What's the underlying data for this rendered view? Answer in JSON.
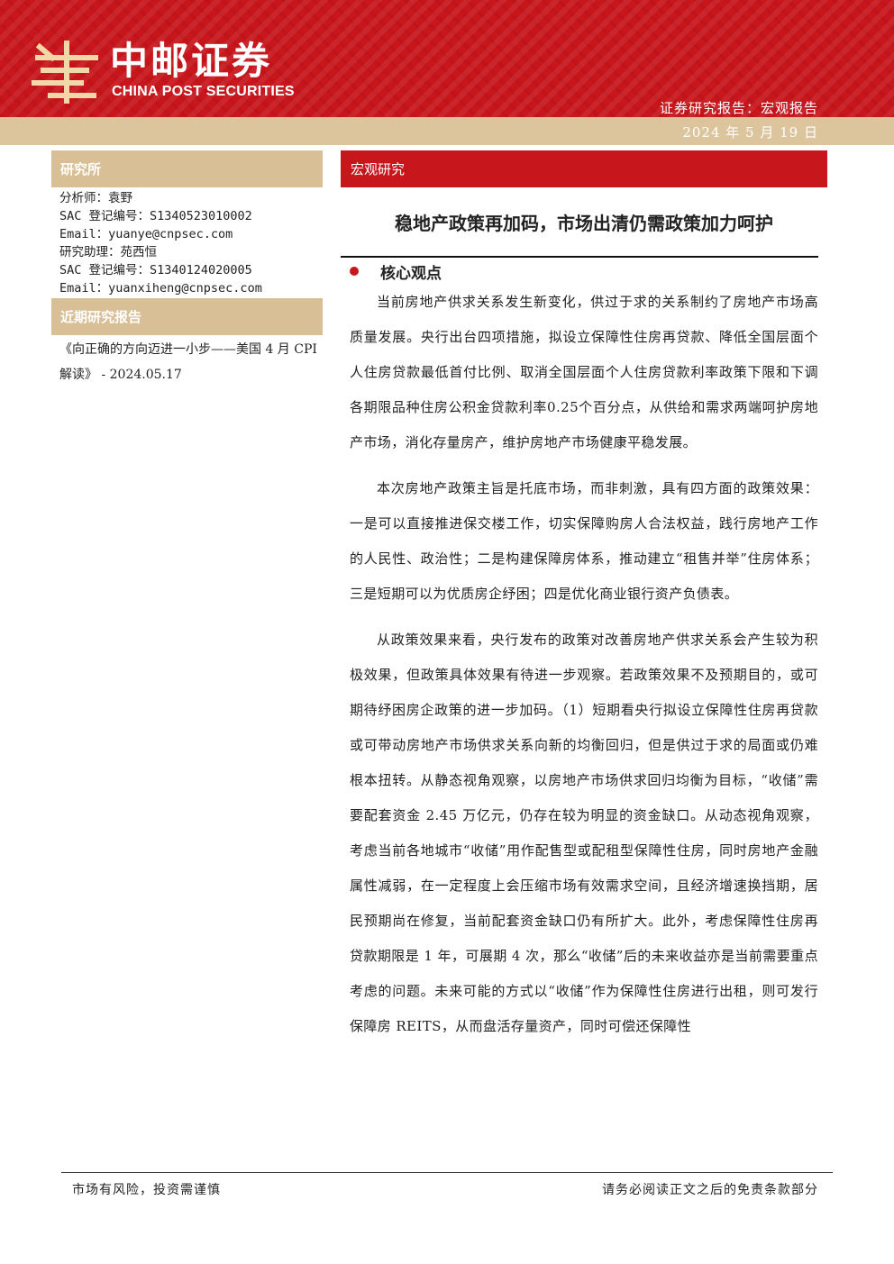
{
  "header": {
    "logo_cn": "中邮证券",
    "logo_en": "CHINA POST SECURITIES",
    "report_type": "证券研究报告：宏观报告",
    "date": "2024 年 5 月 19 日",
    "brand_red": "#c8161d",
    "brand_gold": "#d8bf95"
  },
  "sidebar": {
    "institute_heading": "研究所",
    "analyst_lines": [
      "分析师：袁野",
      "SAC 登记编号：S1340523010002",
      "Email：yuanye@cnpsec.com",
      "研究助理：苑西恒",
      "SAC 登记编号：S1340124020005",
      "Email：yuanxiheng@cnpsec.com"
    ],
    "recent_heading": "近期研究报告",
    "recent_report": "《向正确的方向迈进一小步——美国 4 月 CPI 解读》 - 2024.05.17"
  },
  "main": {
    "section": "宏观研究",
    "title": "稳地产政策再加码，市场出清仍需政策加力呵护",
    "core_label": "核心观点",
    "paragraphs": [
      "当前房地产供求关系发生新变化，供过于求的关系制约了房地产市场高质量发展。央行出台四项措施，拟设立保障性住房再贷款、降低全国层面个人住房贷款最低首付比例、取消全国层面个人住房贷款利率政策下限和下调各期限品种住房公积金贷款利率0.25个百分点，从供给和需求两端呵护房地产市场，消化存量房产，维护房地产市场健康平稳发展。",
      "本次房地产政策主旨是托底市场，而非刺激，具有四方面的政策效果：一是可以直接推进保交楼工作，切实保障购房人合法权益，践行房地产工作的人民性、政治性；二是构建保障房体系，推动建立“租售并举”住房体系；三是短期可以为优质房企纾困；四是优化商业银行资产负债表。",
      "从政策效果来看，央行发布的政策对改善房地产供求关系会产生较为积极效果，但政策具体效果有待进一步观察。若政策效果不及预期目的，或可期待纾困房企政策的进一步加码。（1）短期看央行拟设立保障性住房再贷款或可带动房地产市场供求关系向新的均衡回归，但是供过于求的局面或仍难根本扭转。从静态视角观察，以房地产市场供求回归均衡为目标，“收储”需要配套资金 2.45 万亿元，仍存在较为明显的资金缺口。从动态视角观察，考虑当前各地城市“收储”用作配售型或配租型保障性住房，同时房地产金融属性减弱，在一定程度上会压缩市场有效需求空间，且经济增速换挡期，居民预期尚在修复，当前配套资金缺口仍有所扩大。此外，考虑保障性住房再贷款期限是 1 年，可展期 4 次，那么“收储”后的未来收益亦是当前需要重点考虑的问题。未来可能的方式以“收储”作为保障性住房进行出租，则可发行保障房 REITS，从而盘活存量资产，同时可偿还保障性"
    ]
  },
  "footer": {
    "left": "市场有风险，投资需谨慎",
    "right": "请务必阅读正文之后的免责条款部分"
  }
}
